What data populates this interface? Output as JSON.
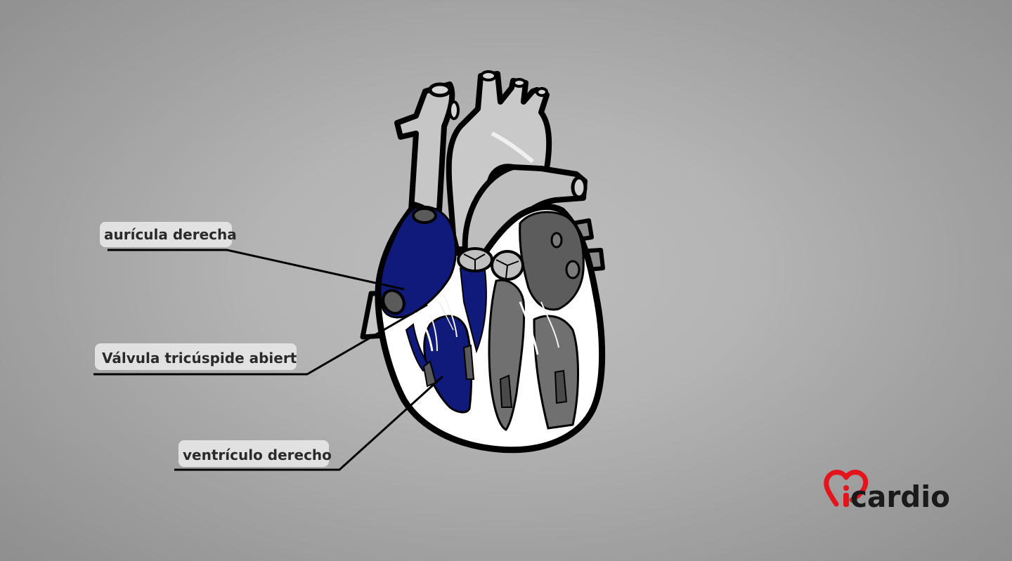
{
  "labels": {
    "right_atrium": "aurícula derecha",
    "tricuspid_valve": "Válvula tricúspide abiert",
    "right_ventricle": "ventrículo derecho"
  },
  "logo": {
    "wordmark": "cardio",
    "icon": "heart-pin-icon",
    "accent_color": "#e3141c"
  },
  "colors": {
    "right_side": "#0f1a7a",
    "left_side": "#6c6c6c",
    "vessels": "#c4c4c4",
    "outline": "#000000"
  }
}
